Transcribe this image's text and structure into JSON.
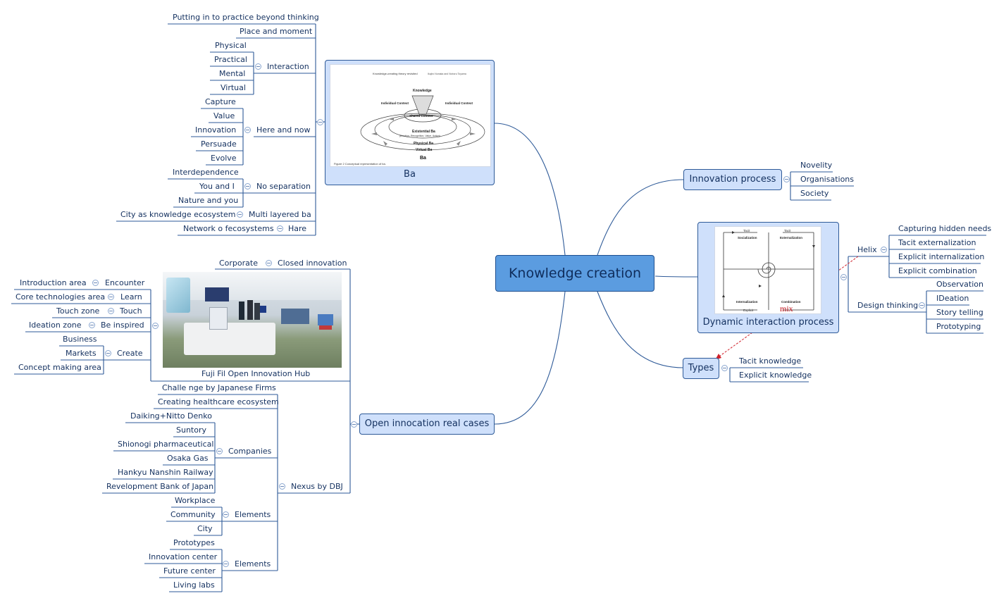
{
  "center": "Knowledge creation",
  "ba": {
    "title": "Ba",
    "image_texts": {
      "header_left": "Knowledge-creating theory revisited",
      "header_right": "Ikujiro Nonaka and Noboru Toyama",
      "knowledge": "Knowledge",
      "ind_left": "Individual Context",
      "ind_right": "Individual Context",
      "shared": "Shared Context",
      "existential": "Existential Ba",
      "existential_sub": "(Emotion, Recognition, Value, Action)",
      "physical": "Physical Ba",
      "virtual": "Virtual Ba",
      "ba": "Ba",
      "caption": "Figure 2  Conceptual representation of ba."
    },
    "branches": {
      "putting": "Putting in to practice beyond thinking",
      "place": "Place and moment",
      "interaction": "Interaction",
      "interaction_items": [
        "Physical",
        "Practical",
        "Mental",
        "Virtual"
      ],
      "here_now": "Here and now",
      "here_items": [
        "Capture",
        "Value",
        "Innovation",
        "Persuade",
        "Evolve"
      ],
      "no_sep": "No separation",
      "no_sep_items": [
        "Interdependence",
        "You and I",
        "Nature and you"
      ],
      "multi": "Multi layered ba",
      "multi_item": "City as knowledge ecosystem",
      "hare": "Hare",
      "hare_item": "Network o fecosystems"
    }
  },
  "innovation_process": {
    "title": "Innovation process",
    "items": [
      "Novelity",
      "Organisations",
      "Society"
    ]
  },
  "dynamic": {
    "title": "Dynamic interaction process",
    "image_texts": {
      "tacit1": "Tacit",
      "tacit2": "Tacit",
      "socialization": "Socialization",
      "externalization": "Externalization",
      "internalization": "Internalization",
      "combination": "Combination",
      "explicit": "Explicit",
      "mix": "mix"
    },
    "helix": "Helix",
    "helix_items": [
      "Capturing hidden needs",
      "Tacit externalization",
      "Explicit internalization",
      "Explicit combination"
    ],
    "design": "Design thinking",
    "design_items": [
      "Observation",
      "IDeation",
      "Story telling",
      "Prototyping"
    ]
  },
  "types": {
    "title": "Types",
    "items": [
      "Tacit knowledge",
      "Explicit knowledge"
    ]
  },
  "open": {
    "title": "Open innocation real cases",
    "closed": "Closed innovation",
    "corporate": "Corporate",
    "fuji": "Fuji Fil Open Innovation Hub",
    "fuji_branches": [
      {
        "label": "Encounter",
        "child": "Introduction area"
      },
      {
        "label": "Learn",
        "child": "Core technologies area"
      },
      {
        "label": "Touch",
        "child": "Touch zone"
      },
      {
        "label": "Be inspired",
        "child": "Ideation zone"
      }
    ],
    "create": "Create",
    "create_items": [
      "Business",
      "Markets",
      "Concept making area"
    ],
    "challenge": "Challe nge by Japanese Firms",
    "nexus": "Nexus by DBJ",
    "healthcare": "Creating healthcare ecosystem",
    "companies": "Companies",
    "company_items": [
      "Daiking+Nitto Denko",
      "Suntory",
      "Shionogi pharmaceutical",
      "Osaka Gas",
      "Hankyu Nanshin Railway",
      "Revelopment Bank of Japan"
    ],
    "elements1": "Elements",
    "elements1_items": [
      "Workplace",
      "Community",
      "City"
    ],
    "elements2": "Elements",
    "elements2_items": [
      "Prototypes",
      "Innovation center",
      "Future center",
      "Living labs"
    ]
  },
  "colors": {
    "center_fill": "#5b9ce0",
    "node_fill": "#cfe0fb",
    "line": "#2e5a98",
    "relation": "#d0202a"
  }
}
